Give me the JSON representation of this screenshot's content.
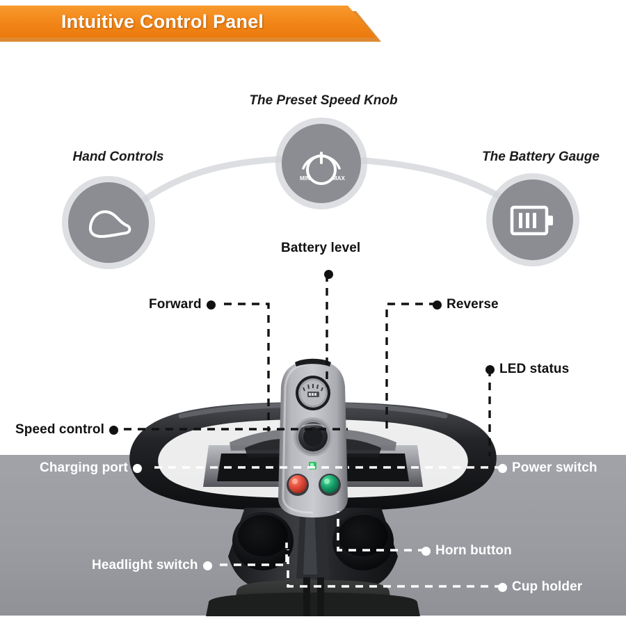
{
  "header": {
    "title": "Intuitive Control Panel",
    "accent_color": "#f4881b",
    "text_color": "#ffffff"
  },
  "features": [
    {
      "label": "Hand Controls",
      "icon": "hand-lever-icon"
    },
    {
      "label": "The Preset Speed Knob",
      "icon": "speed-knob-icon",
      "knob_min": "MIN",
      "knob_max": "MAX"
    },
    {
      "label": "The Battery Gauge",
      "icon": "battery-gauge-icon"
    }
  ],
  "callouts": [
    {
      "label": "Battery level",
      "style": "dark"
    },
    {
      "label": "Forward",
      "style": "dark"
    },
    {
      "label": "Reverse",
      "style": "dark"
    },
    {
      "label": "LED status",
      "style": "dark"
    },
    {
      "label": "Speed control",
      "style": "dark"
    },
    {
      "label": "Charging port",
      "style": "light"
    },
    {
      "label": "Power switch",
      "style": "light"
    },
    {
      "label": "Headlight switch",
      "style": "light"
    },
    {
      "label": "Horn button",
      "style": "light"
    },
    {
      "label": "Cup holder",
      "style": "light"
    }
  ],
  "colors": {
    "band_gray": "#9a9ca2",
    "circle_gray": "#8b8d93",
    "circle_halo": "#d2d4d8",
    "horn_button": "#e24a3a",
    "power_button": "#17a06a",
    "led_green": "#2fbf62"
  }
}
